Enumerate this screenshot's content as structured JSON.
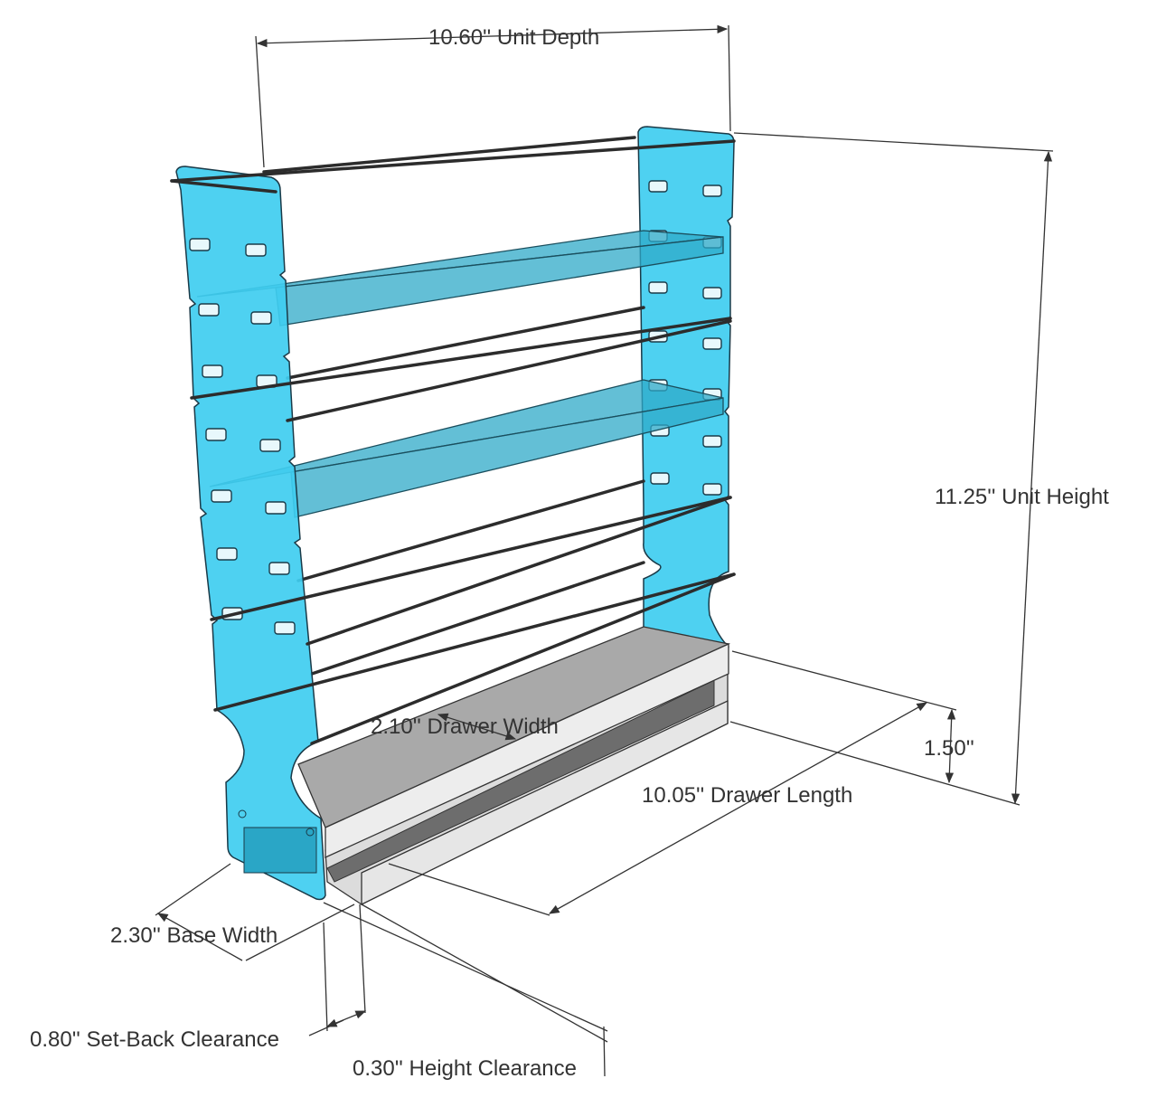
{
  "title": "Spice rack dimension diagram",
  "colors": {
    "panel": "#3fcdf0",
    "drawer": "#a9a9a9",
    "dimension_line": "#333333"
  },
  "dimensions": {
    "unit_depth": "10.60'' Unit Depth",
    "unit_height": "11.25'' Unit Height",
    "drawer_height": "1.50''",
    "drawer_length": "10.05'' Drawer Length",
    "drawer_width": "2.10'' Drawer Width",
    "base_width": "2.30'' Base Width",
    "setback_clearance": "0.80'' Set-Back Clearance",
    "height_clearance": "0.30'' Height Clearance"
  }
}
